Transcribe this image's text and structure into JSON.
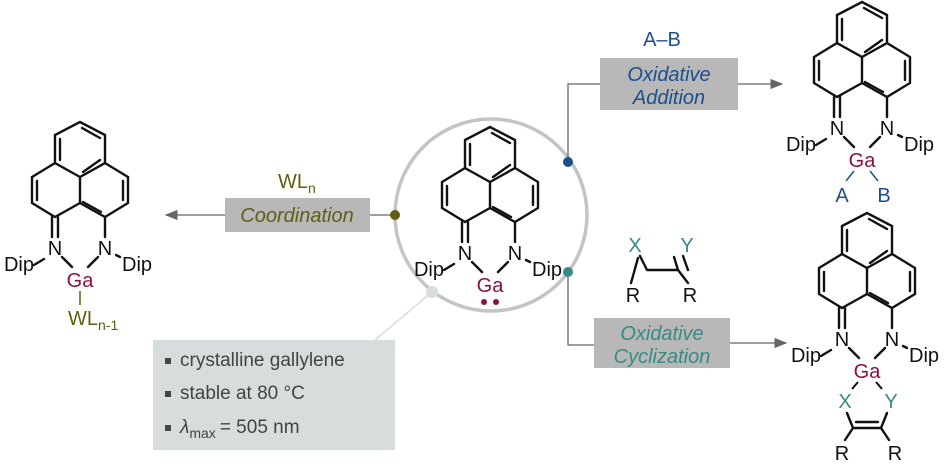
{
  "colors": {
    "coordination": "#5f5f10",
    "addition": "#1d4f8c",
    "cyclization": "#3a8a84",
    "gallium": "#8a1046",
    "box_gray": "#b8b8b8",
    "info_box": "#d6dddc",
    "circle": "#c4c4c4"
  },
  "atoms": {
    "N": "N",
    "Ga": "Ga",
    "Dip": "Dip",
    "R": "R",
    "X": "X",
    "Y": "Y",
    "A": "A",
    "B": "B"
  },
  "coordination": {
    "reagent": "WL",
    "reagent_sub": "n",
    "label": "Coordination",
    "product_ligand": "WL",
    "product_ligand_sub": "n-1"
  },
  "addition": {
    "reagent": "A–B",
    "label_line1": "Oxidative",
    "label_line2": "Addition"
  },
  "cyclization": {
    "label_line1": "Oxidative",
    "label_line2": "Cyclization"
  },
  "info": {
    "items": [
      "crystalline gallylene",
      "stable at 80 °C"
    ],
    "lambda_symbol": "λ",
    "lambda_sub": "max",
    "lambda_value": "= 505 nm"
  }
}
